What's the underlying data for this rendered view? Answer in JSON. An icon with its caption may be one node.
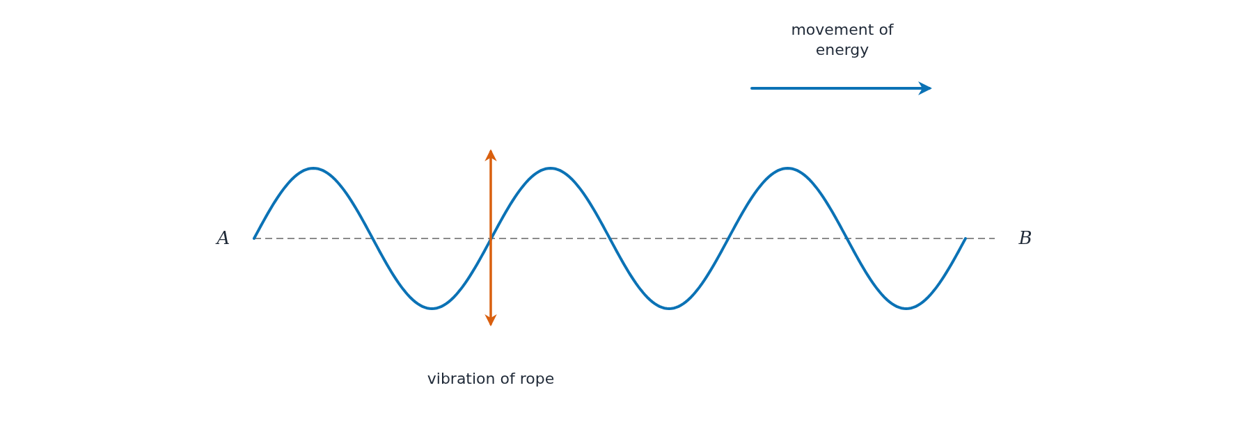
{
  "diagram": {
    "labels": [
      "movement of energy",
      "A",
      "B",
      "vibration of rope"
    ]
  }
}
